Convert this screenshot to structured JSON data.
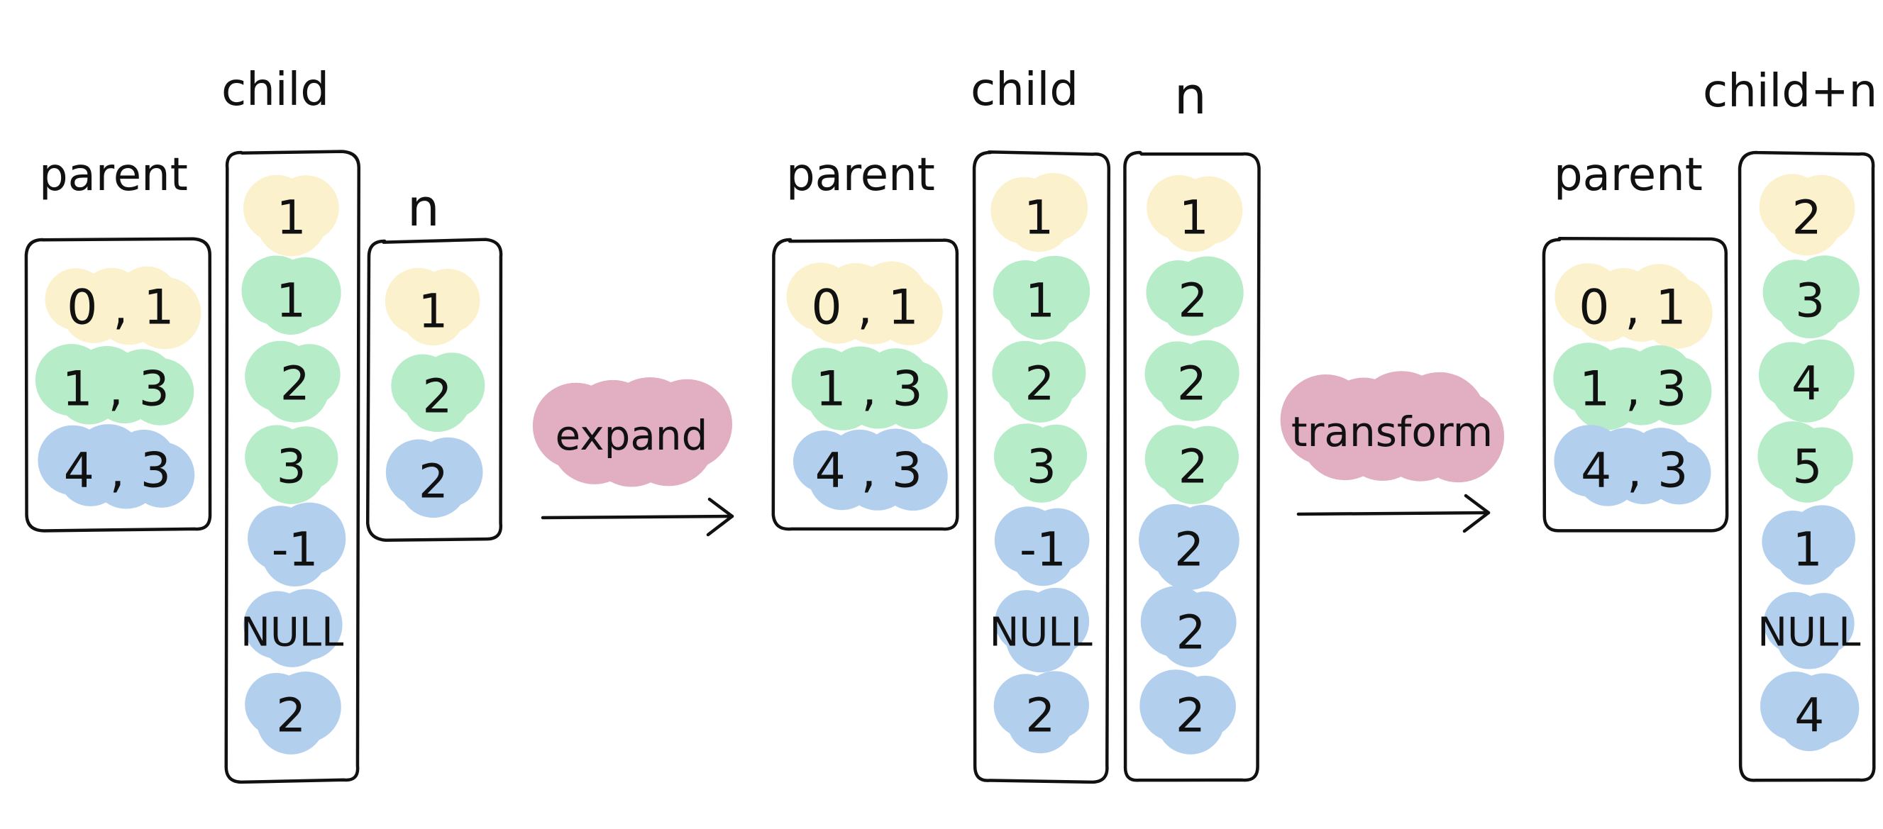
{
  "colors": {
    "yellow": "#fbf1cc",
    "green": "#b6ecc8",
    "blue": "#b2cfee",
    "pink": "#e2aec1",
    "ink": "#111111"
  },
  "stages": [
    {
      "parent": {
        "title": "parent",
        "cells": [
          {
            "text": "0 , 1",
            "color": "yellow"
          },
          {
            "text": "1 , 3",
            "color": "green"
          },
          {
            "text": "4 , 3",
            "color": "blue"
          }
        ]
      },
      "child": {
        "title": "child",
        "cells": [
          {
            "text": "1",
            "color": "yellow"
          },
          {
            "text": "1",
            "color": "green"
          },
          {
            "text": "2",
            "color": "green"
          },
          {
            "text": "3",
            "color": "green"
          },
          {
            "text": "-1",
            "color": "blue"
          },
          {
            "text": "NULL",
            "color": "blue"
          },
          {
            "text": "2",
            "color": "blue"
          }
        ]
      },
      "n": {
        "title": "n",
        "cells": [
          {
            "text": "1",
            "color": "yellow"
          },
          {
            "text": "2",
            "color": "green"
          },
          {
            "text": "2",
            "color": "blue"
          }
        ]
      }
    },
    {
      "parent": {
        "title": "parent",
        "cells": [
          {
            "text": "0 , 1",
            "color": "yellow"
          },
          {
            "text": "1 , 3",
            "color": "green"
          },
          {
            "text": "4 , 3",
            "color": "blue"
          }
        ]
      },
      "child": {
        "title": "child",
        "cells": [
          {
            "text": "1",
            "color": "yellow"
          },
          {
            "text": "1",
            "color": "green"
          },
          {
            "text": "2",
            "color": "green"
          },
          {
            "text": "3",
            "color": "green"
          },
          {
            "text": "-1",
            "color": "blue"
          },
          {
            "text": "NULL",
            "color": "blue"
          },
          {
            "text": "2",
            "color": "blue"
          }
        ]
      },
      "n": {
        "title": "n",
        "cells": [
          {
            "text": "1",
            "color": "yellow"
          },
          {
            "text": "2",
            "color": "green"
          },
          {
            "text": "2",
            "color": "green"
          },
          {
            "text": "2",
            "color": "green"
          },
          {
            "text": "2",
            "color": "blue"
          },
          {
            "text": "2",
            "color": "blue"
          },
          {
            "text": "2",
            "color": "blue"
          }
        ]
      }
    },
    {
      "parent": {
        "title": "parent",
        "cells": [
          {
            "text": "0 , 1",
            "color": "yellow"
          },
          {
            "text": "1 , 3",
            "color": "green"
          },
          {
            "text": "4 , 3",
            "color": "blue"
          }
        ]
      },
      "child": {
        "title": "child+n",
        "cells": [
          {
            "text": "2",
            "color": "yellow"
          },
          {
            "text": "3",
            "color": "green"
          },
          {
            "text": "4",
            "color": "green"
          },
          {
            "text": "5",
            "color": "green"
          },
          {
            "text": "1",
            "color": "blue"
          },
          {
            "text": "NULL",
            "color": "blue"
          },
          {
            "text": "4",
            "color": "blue"
          }
        ]
      }
    }
  ],
  "operations": [
    {
      "label": "expand",
      "color": "pink"
    },
    {
      "label": "transform",
      "color": "pink"
    }
  ]
}
